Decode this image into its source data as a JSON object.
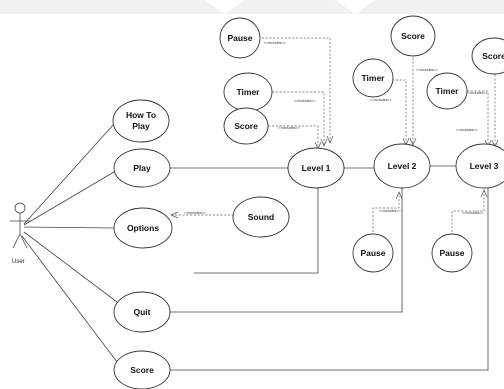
{
  "actor": {
    "label": "User"
  },
  "use_cases": {
    "how_to_play": {
      "lines": [
        "How To",
        "Play"
      ]
    },
    "play": {
      "label": "Play"
    },
    "options": {
      "label": "Options"
    },
    "quit": {
      "label": "Quit"
    },
    "score_main": {
      "label": "Score"
    },
    "sound": {
      "label": "Sound"
    },
    "level1": {
      "label": "Level 1"
    },
    "level2": {
      "label": "Level 2"
    },
    "level3": {
      "label": "Level 3"
    },
    "pause_l1": {
      "label": "Pause"
    },
    "timer_l1": {
      "label": "Timer"
    },
    "score_l1": {
      "label": "Score"
    },
    "score_l2": {
      "label": "Score"
    },
    "timer_l2": {
      "label": "Timer"
    },
    "pause_l2": {
      "label": "Pause"
    },
    "score_l3": {
      "label": "Score"
    },
    "timer_l3": {
      "label": "Timer"
    },
    "pause_l3": {
      "label": "Pause"
    }
  },
  "stereotype": "<<includes>>"
}
